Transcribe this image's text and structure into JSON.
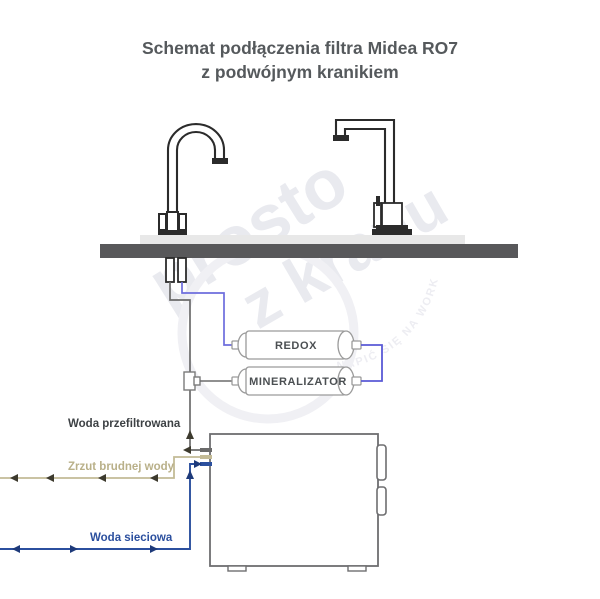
{
  "page": {
    "title_line1": "Schemat podłączenia filtra Midea RO7",
    "title_line2": "z podwójnym kranikiem",
    "background_color": "#ffffff"
  },
  "watermark": {
    "text_main": "prosto",
    "text_mid": "z kranu",
    "text_arc": "NAPIĆ SIĘ NA WORK",
    "color": "#e9eaef"
  },
  "countertop": {
    "name": "Blat kuchenny",
    "top_color": "#e8e8e8",
    "edge_color": "#58585a"
  },
  "faucets": [
    {
      "id": "faucet-left",
      "name": "Kranik filtrowanej wody (gięty)",
      "style": "gooseneck",
      "color": "#2b2b2b"
    },
    {
      "id": "faucet-right",
      "name": "Bateria kuchenna (kątowa)",
      "style": "angular",
      "color": "#2b2b2b"
    }
  ],
  "cartridges": [
    {
      "id": "cartridge-redox",
      "label": "REDOX",
      "body_color": "#ffffff",
      "outline_color": "#9a9a9a"
    },
    {
      "id": "cartridge-mineralizator",
      "label": "MINERALIZATOR",
      "body_color": "#ffffff",
      "outline_color": "#9a9a9a"
    }
  ],
  "ro_unit": {
    "name": "Filtr Midea RO7",
    "outline_color": "#6e6e70",
    "body_color": "#ffffff",
    "ports": [
      {
        "id": "port-filtered",
        "name": "Wyjście wody przefiltrowanej",
        "color": "#6b6b6b"
      },
      {
        "id": "port-waste",
        "name": "Zrzut brudnej wody",
        "color": "#c3bb96"
      },
      {
        "id": "port-inlet",
        "name": "Wlot wody sieciowej",
        "color": "#2b4f9e"
      }
    ]
  },
  "flow_labels": {
    "filtered": "Woda przefiltrowana",
    "waste": "Zrzut brudnej wody",
    "mains": "Woda sieciowa"
  },
  "colors": {
    "tube_blue": "#6d6ddd",
    "tube_gray": "#6b6b6b",
    "line_waste": "#c3bb96",
    "line_mains": "#2b4f9e",
    "arrow_dark": "#3d3a2e",
    "title_text": "#55595c"
  }
}
